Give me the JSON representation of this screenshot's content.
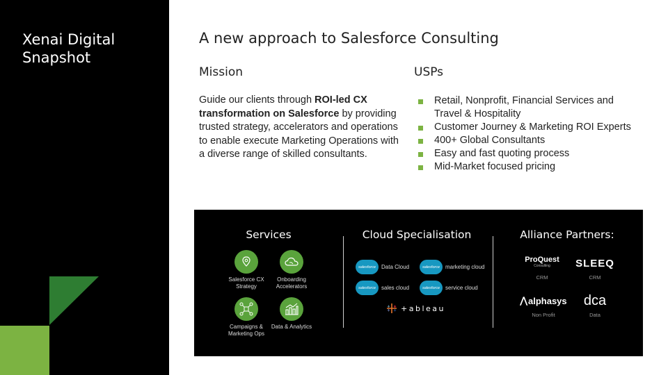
{
  "sidebar": {
    "title": "Xenai Digital Snapshot"
  },
  "main": {
    "title": "A new approach to Salesforce Consulting",
    "mission": {
      "heading": "Mission",
      "text_pre": "Guide our clients through ",
      "text_bold": "ROI-led CX transformation on Salesforce",
      "text_post": " by providing trusted strategy, accelerators and operations to enable execute Marketing Operations with a diverse range of skilled consultants."
    },
    "usps": {
      "heading": "USPs",
      "items": [
        "Retail, Nonprofit, Financial Services and Travel & Hospitality",
        "Customer Journey & Marketing ROI Experts",
        "400+ Global Consultants",
        "Easy and fast quoting process",
        "Mid-Market focused pricing"
      ]
    }
  },
  "panel": {
    "services": {
      "heading": "Services",
      "items": [
        {
          "label": "Salesforce CX Strategy",
          "icon": "location-pin-icon"
        },
        {
          "label": "Onboarding Accelerators",
          "icon": "cloud-icon"
        },
        {
          "label": "Campaigns & Marketing Ops",
          "icon": "network-icon"
        },
        {
          "label": "Data & Analytics",
          "icon": "bar-chart-icon"
        }
      ]
    },
    "clouds": {
      "heading": "Cloud Specialisation",
      "logo_text": "salesforce",
      "items": [
        "Data Cloud",
        "marketing cloud",
        "sales cloud",
        "service cloud"
      ],
      "tableau": "+ableau"
    },
    "partners": {
      "heading": "Alliance Partners:",
      "items": [
        {
          "name": "ProQuest",
          "sub": "Consulting",
          "label": "CRM"
        },
        {
          "name": "SLEEQ",
          "label": "CRM"
        },
        {
          "name": "alphasys",
          "label": "Non Profit"
        },
        {
          "name": "dca",
          "label": "Data"
        }
      ]
    }
  },
  "colors": {
    "accent_green": "#7cb342",
    "dark_green": "#2e7d32",
    "icon_green": "#5aa33c",
    "salesforce_blue": "#1798c1"
  }
}
